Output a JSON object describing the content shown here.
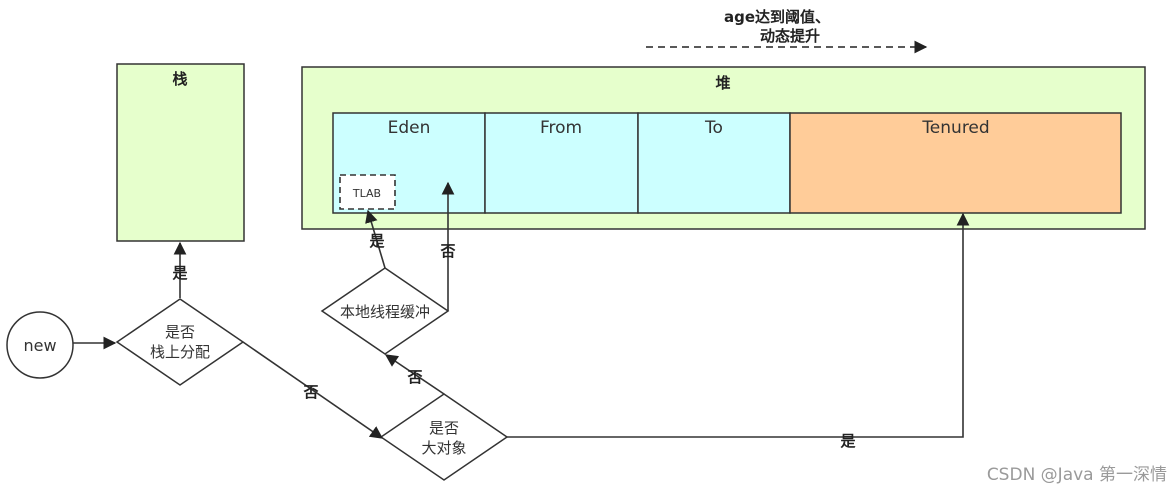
{
  "colors": {
    "stack_fill": "#e6ffcc",
    "heap_fill": "#e6ffcc",
    "young_fill": "#ccffff",
    "tenured_fill": "#ffcc99",
    "border": "#333333"
  },
  "top_arrow_label_line1": "age达到阈值、",
  "top_arrow_label_line2": "动态提升",
  "stack_title": "栈",
  "heap_title": "堆",
  "regions": {
    "eden": "Eden",
    "from": "From",
    "to": "To",
    "tenured": "Tenured"
  },
  "tlab": "TLAB",
  "nodes": {
    "new": "new",
    "stack_decision_line1": "是否",
    "stack_decision_line2": "栈上分配",
    "tlab_decision": "本地线程缓冲",
    "big_decision_line1": "是否",
    "big_decision_line2": "大对象"
  },
  "edge_labels": {
    "stack_yes": "是",
    "stack_no": "否",
    "tlab_yes": "是",
    "tlab_no": "否",
    "big_no": "否",
    "big_yes": "是"
  },
  "watermark": "CSDN @Java 第一深情"
}
